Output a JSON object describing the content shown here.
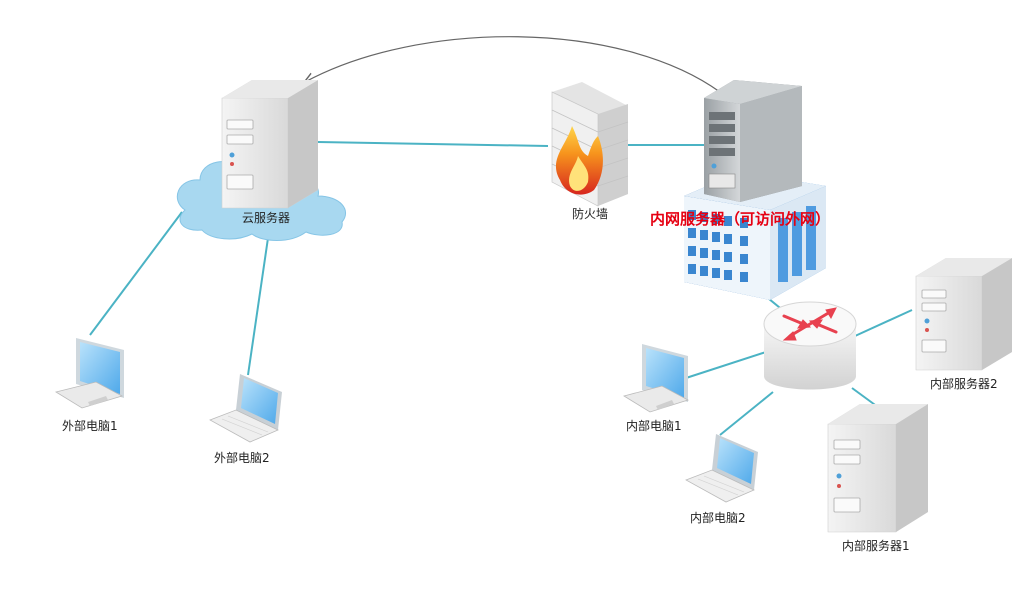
{
  "nodes": {
    "cloud_server": {
      "label": "云服务器",
      "icon": "cloud-server-icon"
    },
    "firewall": {
      "label": "防火墙",
      "icon": "firewall-icon"
    },
    "internal_server_main": {
      "label": "内网服务器（可访问外网）",
      "icon": "building-server-icon"
    },
    "external_pc1": {
      "label": "外部电脑1",
      "icon": "desktop-computer-icon"
    },
    "external_pc2": {
      "label": "外部电脑2",
      "icon": "laptop-icon"
    },
    "router": {
      "label": "",
      "icon": "router-icon"
    },
    "internal_pc1": {
      "label": "内部电脑1",
      "icon": "desktop-computer-icon"
    },
    "internal_pc2": {
      "label": "内部电脑2",
      "icon": "laptop-icon"
    },
    "internal_server1": {
      "label": "内部服务器1",
      "icon": "server-tower-icon"
    },
    "internal_server2": {
      "label": "内部服务器2",
      "icon": "server-tower-icon"
    }
  },
  "colors": {
    "link": "#4bb3c4",
    "arrow": "#666666",
    "highlight_label": "#e60012",
    "cloud": "#a8d8f0",
    "screen": "#7fc3f2",
    "router_arrow": "#e8414f",
    "flame": "#f26522"
  }
}
